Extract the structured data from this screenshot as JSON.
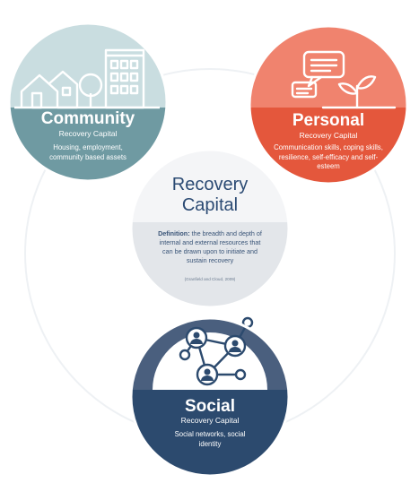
{
  "center": {
    "title_line1": "Recovery",
    "title_line2": "Capital",
    "definition_label": "Definition:",
    "definition_text": "the breadth and depth of internal and external resources that can be drawn upon to initiate and sustain recovery",
    "citation": "(Granfield and Cloud, 2009)"
  },
  "nodes": {
    "community": {
      "title": "Community",
      "subtitle": "Recovery Capital",
      "description": "Housing, employment, community based assets",
      "color": "#6f9aa2"
    },
    "personal": {
      "title": "Personal",
      "subtitle": "Recovery Capital",
      "description": "Communication skills, coping skills, resilience, self-efficacy and self-esteem",
      "color": "#e4573c"
    },
    "social": {
      "title": "Social",
      "subtitle": "Recovery Capital",
      "description": "Social networks, social identity",
      "color": "#2c4a6e"
    }
  },
  "icons": {
    "community": "houses-and-building-icon",
    "personal": "speech-bubbles-and-sprout-icon",
    "social": "people-network-icon"
  }
}
